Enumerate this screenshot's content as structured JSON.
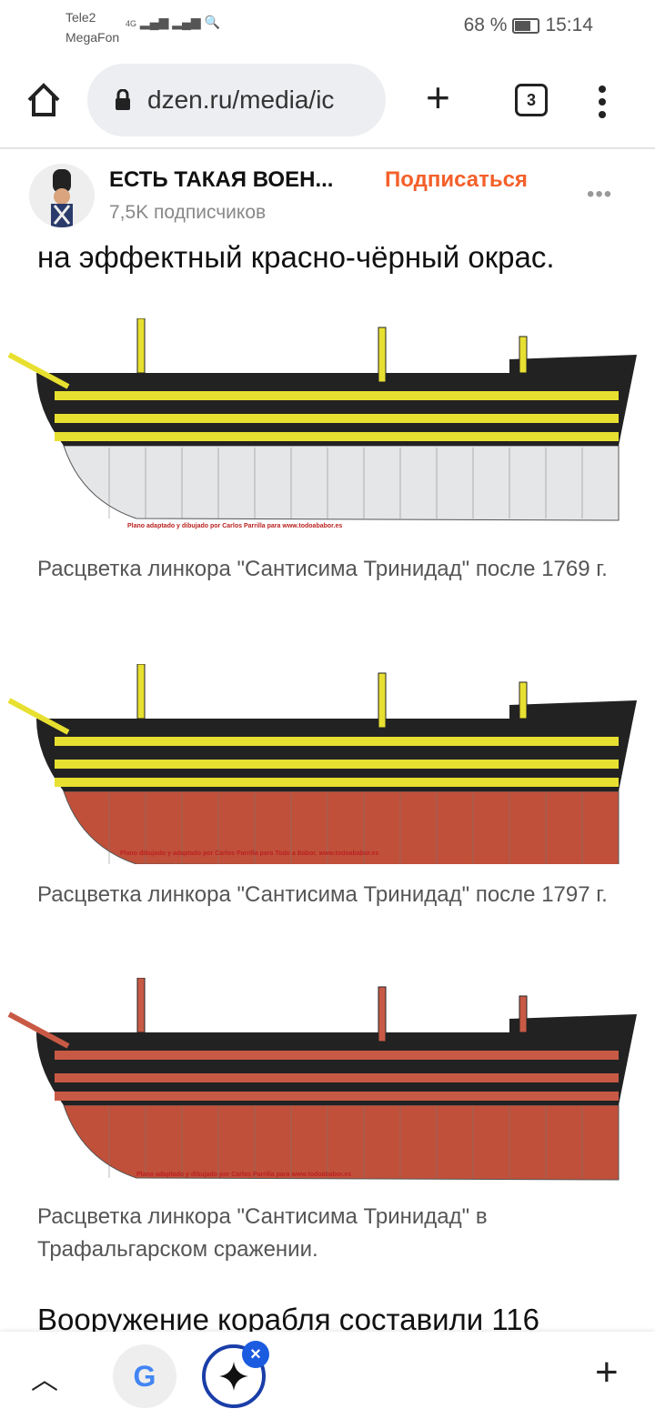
{
  "status_bar": {
    "carrier1": "Tele2",
    "carrier2": "MegaFon",
    "network": "4G",
    "battery": "68 %",
    "battery_level": 0.68,
    "time": "15:14"
  },
  "browser": {
    "url": "dzen.ru/media/ic",
    "tab_count": "3"
  },
  "channel": {
    "name": "ЕСТЬ ТАКАЯ ВОЕН...",
    "subscribe": "Подписаться",
    "subscribers": "7,5K подписчиков",
    "more": "•••"
  },
  "article": {
    "lead": "на эффектный красно-чёрный окрас.",
    "figures": [
      {
        "caption": "Расцветка линкора \"Сантисима Тринидад\" после 1769 г.",
        "credit": "Plano adaptado y dibujado por Carlos Parrilla para www.todoababor.es",
        "stripe": "#e8e030",
        "hull": "#e4e6e8",
        "upper": "#222"
      },
      {
        "caption": "Расцветка линкора \"Сантисима Тринидад\" после 1797 г.",
        "credit": "Plano dibujado y adaptado por Carlos Parrilla para Todo a Babor. www.todoababor.es",
        "stripe": "#e8e030",
        "hull": "#c0503a",
        "upper": "#222"
      },
      {
        "caption": "Расцветка линкора \"Сантисима Тринидад\" в Трафальгарском сражении.",
        "credit": "Plano adaptado y dibujado por Carlos Parrilla para www.todoababor.es",
        "stripe": "#c85a45",
        "hull": "#c0503a",
        "upper": "#222"
      }
    ],
    "next_text": "Вооружение корабля составили 116"
  },
  "bottom_bar": {
    "google": "G",
    "close": "×"
  }
}
